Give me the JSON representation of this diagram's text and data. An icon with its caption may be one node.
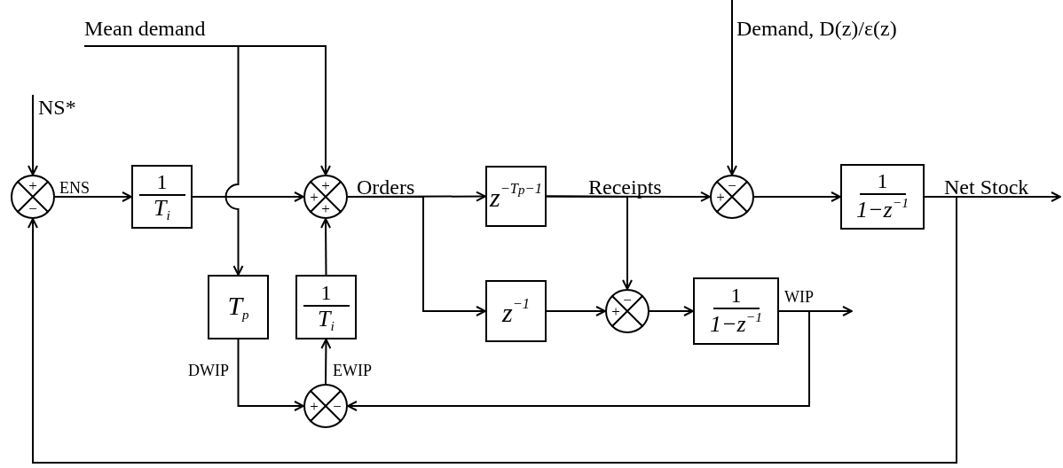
{
  "diagram": {
    "nodes": [
      {
        "text": [
          "Mean demand"
        ]
      },
      {
        "text": [
          "NS*"
        ]
      },
      {
        "text": [
          "+",
          "−"
        ]
      },
      {
        "text": [
          "1",
          "T$_{i}$"
        ]
      },
      {
        "text": [
          "+",
          "+",
          "+"
        ]
      },
      {
        "text": [
          "z$^{−T}$$_{p}$$^{−1}$"
        ]
      },
      {
        "text": [
          "−",
          "+"
        ]
      },
      {
        "text": [
          "1",
          "1−z$^{−1}$"
        ]
      },
      {
        "text": [
          "Demand, D(z)/ε(z)"
        ]
      },
      {
        "text": [
          "T$_{p}$"
        ]
      },
      {
        "text": [
          "1",
          "T$_{i}$"
        ]
      },
      {
        "text": [
          "z$^{−1}$"
        ]
      },
      {
        "text": [
          "−",
          "+"
        ]
      },
      {
        "text": [
          "1",
          "1−z$^{−1}$"
        ]
      },
      {
        "text": [
          "+",
          "−"
        ]
      }
    ],
    "edges": [
      {
        "from": 1,
        "to": 2,
        "arrow": "to"
      },
      {
        "from": 2,
        "to": 3,
        "arrow": "to",
        "label": "ENS"
      },
      {
        "from": 3,
        "to": 4,
        "arrow": "to"
      },
      {
        "from": 0,
        "to": 4,
        "arrow": "to"
      },
      {
        "from": 0,
        "to": 9,
        "arrow": "to"
      },
      {
        "from": 4,
        "to": 5,
        "arrow": "to",
        "label": "Orders"
      },
      {
        "from": 4,
        "to": 11,
        "arrow": "to"
      },
      {
        "from": 5,
        "to": 6,
        "arrow": "to",
        "label": "Receipts"
      },
      {
        "from": 5,
        "to": 12,
        "arrow": "to"
      },
      {
        "from": 8,
        "to": 6,
        "arrow": "to"
      },
      {
        "from": 6,
        "to": 7,
        "arrow": "to"
      },
      {
        "from": 7,
        "to": null,
        "arrow": "to",
        "label": "Net Stock"
      },
      {
        "from": 7,
        "to": 2,
        "arrow": "to"
      },
      {
        "from": 11,
        "to": 12,
        "arrow": "to"
      },
      {
        "from": 12,
        "to": 13,
        "arrow": "to"
      },
      {
        "from": 13,
        "to": null,
        "arrow": "to",
        "label": "WIP"
      },
      {
        "from": 13,
        "to": 14,
        "arrow": "to"
      },
      {
        "from": 9,
        "to": 14,
        "arrow": "to",
        "label": "DWIP"
      },
      {
        "from": 14,
        "to": 10,
        "arrow": "to",
        "label": "EWIP"
      },
      {
        "from": 10,
        "to": 4,
        "arrow": "to"
      }
    ]
  }
}
